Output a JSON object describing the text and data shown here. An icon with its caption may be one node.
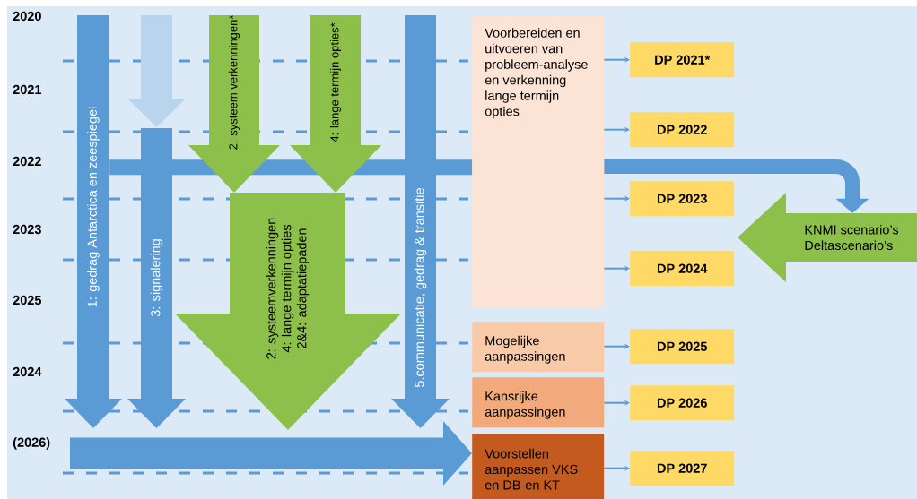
{
  "diagram": {
    "nodes": [
      {
        "text": [
          "1: gedrag Antarctica en zeespiegel"
        ]
      },
      {
        "text": [],
        "shape": "arrow"
      },
      {
        "text": [
          "3: signalering"
        ]
      },
      {
        "text": [
          "2: systeem verkenningen*"
        ]
      },
      {
        "text": [
          "4: lange termijn opties*"
        ]
      },
      {
        "text": [
          "2: systeemverkenningen",
          "4: lange termijn opties",
          "2&4: adaptatiepaden"
        ]
      },
      {
        "text": [
          "5.communicatie, gedrag & transitie"
        ]
      },
      {
        "text": [
          "Voorbereiden en uitvoeren van probleem-analyse en verkenning lange termijn opties"
        ]
      },
      {
        "text": [
          "Mogelijke aanpassingen"
        ]
      },
      {
        "text": [
          "Kansrijke aanpassingen"
        ]
      },
      {
        "text": [
          "Voorstellen aanpassen VKS en DB-en KT"
        ]
      },
      {
        "text": [
          "DP 2021*"
        ]
      },
      {
        "text": [
          "DP 2022"
        ]
      },
      {
        "text": [
          "DP 2023"
        ]
      },
      {
        "text": [
          "DP 2024"
        ]
      },
      {
        "text": [
          "DP 2025"
        ]
      },
      {
        "text": [
          "DP 2026"
        ]
      },
      {
        "text": [
          "DP 2027"
        ]
      },
      {
        "text": [
          "KNMI scenario’s",
          "Deltascenario’s"
        ]
      },
      {
        "text": [],
        "shape": "bar"
      }
    ],
    "edges": [
      {
        "from": 7,
        "to": 18,
        "arrow": "to",
        "style": "thick"
      },
      {
        "from": null,
        "to": 10,
        "arrow": "to",
        "style": "thick"
      },
      {
        "from": 7,
        "to": 11,
        "arrow": "to"
      },
      {
        "from": 7,
        "to": 12,
        "arrow": "to"
      },
      {
        "from": 7,
        "to": 13,
        "arrow": "to"
      },
      {
        "from": 7,
        "to": 14,
        "arrow": "to"
      },
      {
        "from": 8,
        "to": 15,
        "arrow": "to"
      },
      {
        "from": 9,
        "to": 16,
        "arrow": "to"
      },
      {
        "from": 10,
        "to": 17,
        "arrow": "to"
      }
    ],
    "labels": [
      "2020",
      "2021",
      "2022",
      "2023",
      "2025",
      "2024",
      "(2026)"
    ]
  }
}
